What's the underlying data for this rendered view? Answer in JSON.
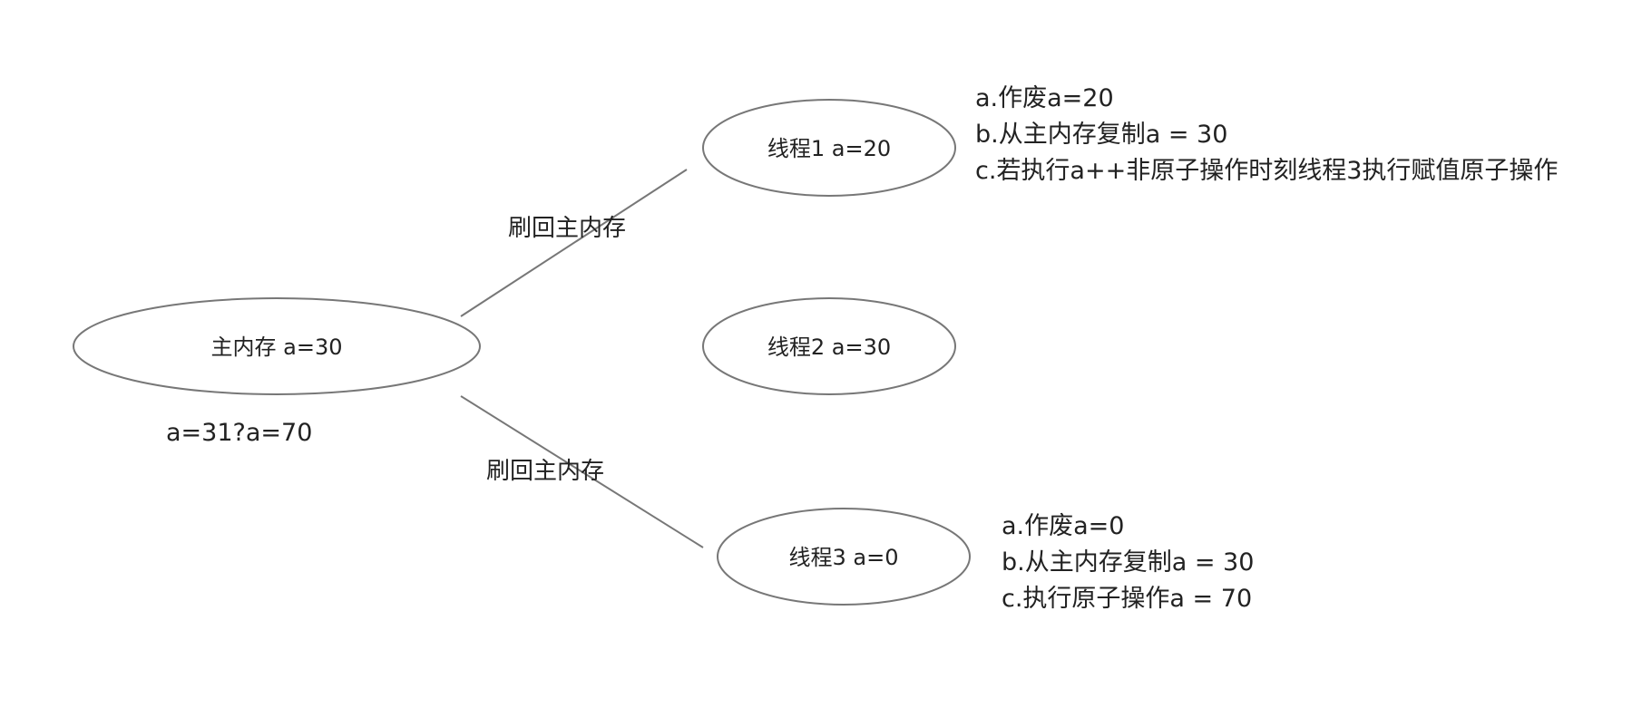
{
  "nodes": {
    "main_memory": {
      "label": "主内存 a=30"
    },
    "thread1": {
      "label": "线程1 a=20"
    },
    "thread2": {
      "label": "线程2 a=30"
    },
    "thread3": {
      "label": "线程3 a=0"
    }
  },
  "edges": {
    "to_thread1": {
      "label": "刷回主内存"
    },
    "to_thread3": {
      "label": "刷回主内存"
    }
  },
  "main_memory_note": "a=31?a=70",
  "thread1_notes": [
    "a.作废a=20",
    "b.从主内存复制a = 30",
    "c.若执行a++非原子操作时刻线程3执行赋值原子操作"
  ],
  "thread3_notes": [
    "a.作废a=0",
    "b.从主内存复制a = 30",
    "c.执行原子操作a = 70"
  ],
  "colors": {
    "stroke": "#777777",
    "text": "#222222",
    "background": "#ffffff"
  }
}
